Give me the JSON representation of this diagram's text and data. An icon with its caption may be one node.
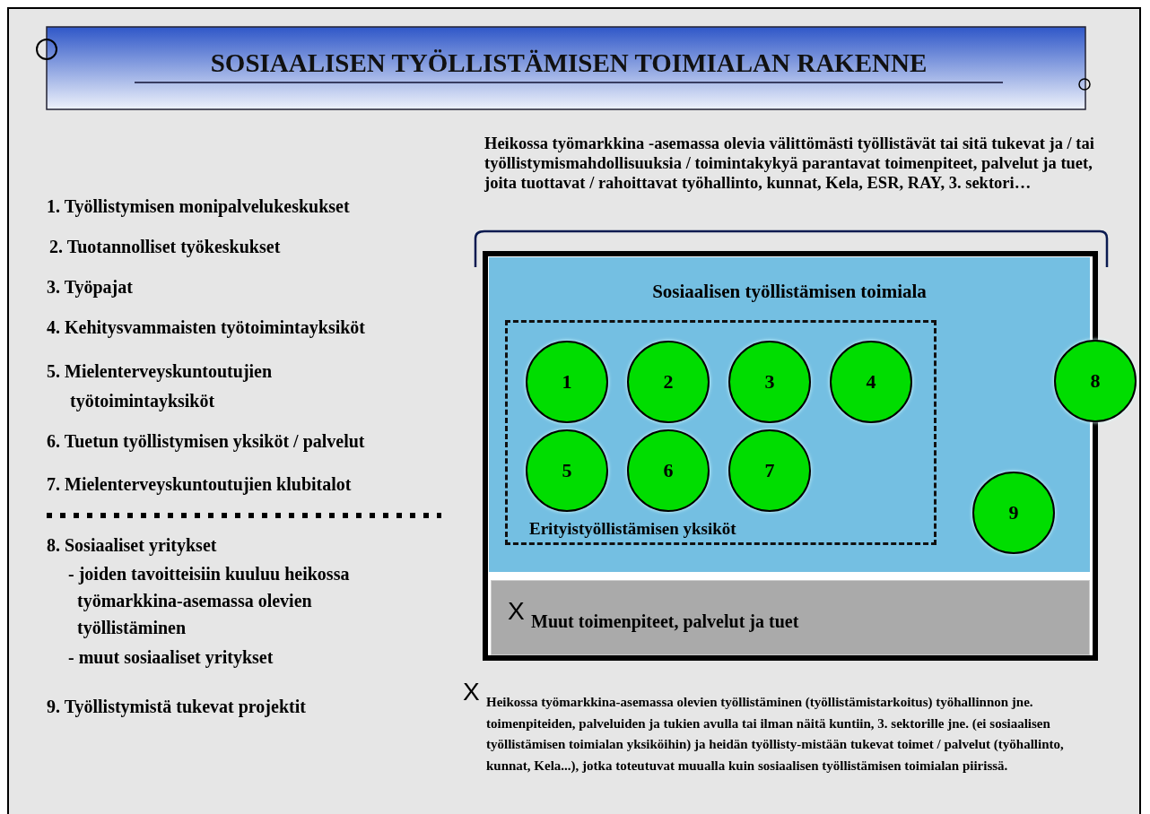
{
  "diagram": {
    "title": "SOSIAALISEN TYÖLLISTÄMISEN TOIMIALAN RAKENNE",
    "nodes": [
      {
        "text": [],
        "shape": "box"
      },
      {
        "text": [
          "Sosiaalisen työllistämisen toimiala"
        ],
        "in": 0
      },
      {
        "text": [
          "Erityistyöllistämisen yksiköt"
        ],
        "in": 1
      },
      {
        "text": [
          "1"
        ],
        "in": 2
      },
      {
        "text": [
          "2"
        ],
        "in": 2
      },
      {
        "text": [
          "3"
        ],
        "in": 2
      },
      {
        "text": [
          "4"
        ],
        "in": 2
      },
      {
        "text": [
          "8"
        ]
      },
      {
        "text": [
          "5"
        ],
        "in": 2
      },
      {
        "text": [
          "6"
        ],
        "in": 2
      },
      {
        "text": [
          "7"
        ],
        "in": 2
      },
      {
        "text": [
          "9"
        ],
        "in": 1
      },
      {
        "text": [
          "X",
          "Muut toimenpiteet, palvelut ja tuet"
        ],
        "in": 0
      }
    ],
    "edges": [],
    "labels": [
      "Heikossa työmarkkina -asemassa olevia välittömästi työllistävät tai sitä tukevat ja / tai työllistymismahdollisuuksia / toimintakykyä parantavat toimenpiteet, palvelut ja tuet, joita tuottavat / rahoittavat työhallinto, kunnat, Kela, ESR, RAY, 3. sektori…",
      "1. Työllistymisen monipalvelukeskukset",
      "2. Tuotannolliset työkeskukset",
      "3. Työpajat",
      "4. Kehitysvammaisten työtoimintayksiköt",
      "5. Mielenterveyskuntoutujien työtoimintayksiköt",
      "6. Tuetun työllistymisen yksiköt / palvelut",
      "7. Mielenterveyskuntoutujien klubitalot",
      "8. Sosiaaliset yritykset",
      "- joiden tavoitteisiin kuuluu heikossa työmarkkina-asemassa olevien työllistäminen",
      "- muut sosiaaliset yritykset",
      "9. Työllistymistä tukevat projektit",
      "X",
      "Heikossa työmarkkina-asemassa olevien työllistäminen (työllistämistarkoitus) työhallinnon jne. toimenpiteiden, palveluiden ja tukien avulla tai ilman näitä kuntiin, 3. sektorille jne. (ei sosiaalisen työllistämisen toimialan yksiköihin) ja heidän työllisty-mistään tukevat toimet / palvelut (työhallinto, kunnat, Kela...), jotka toteutuvat muualla kuin sosiaalisen työllistämisen toimialan piirissä."
    ]
  }
}
